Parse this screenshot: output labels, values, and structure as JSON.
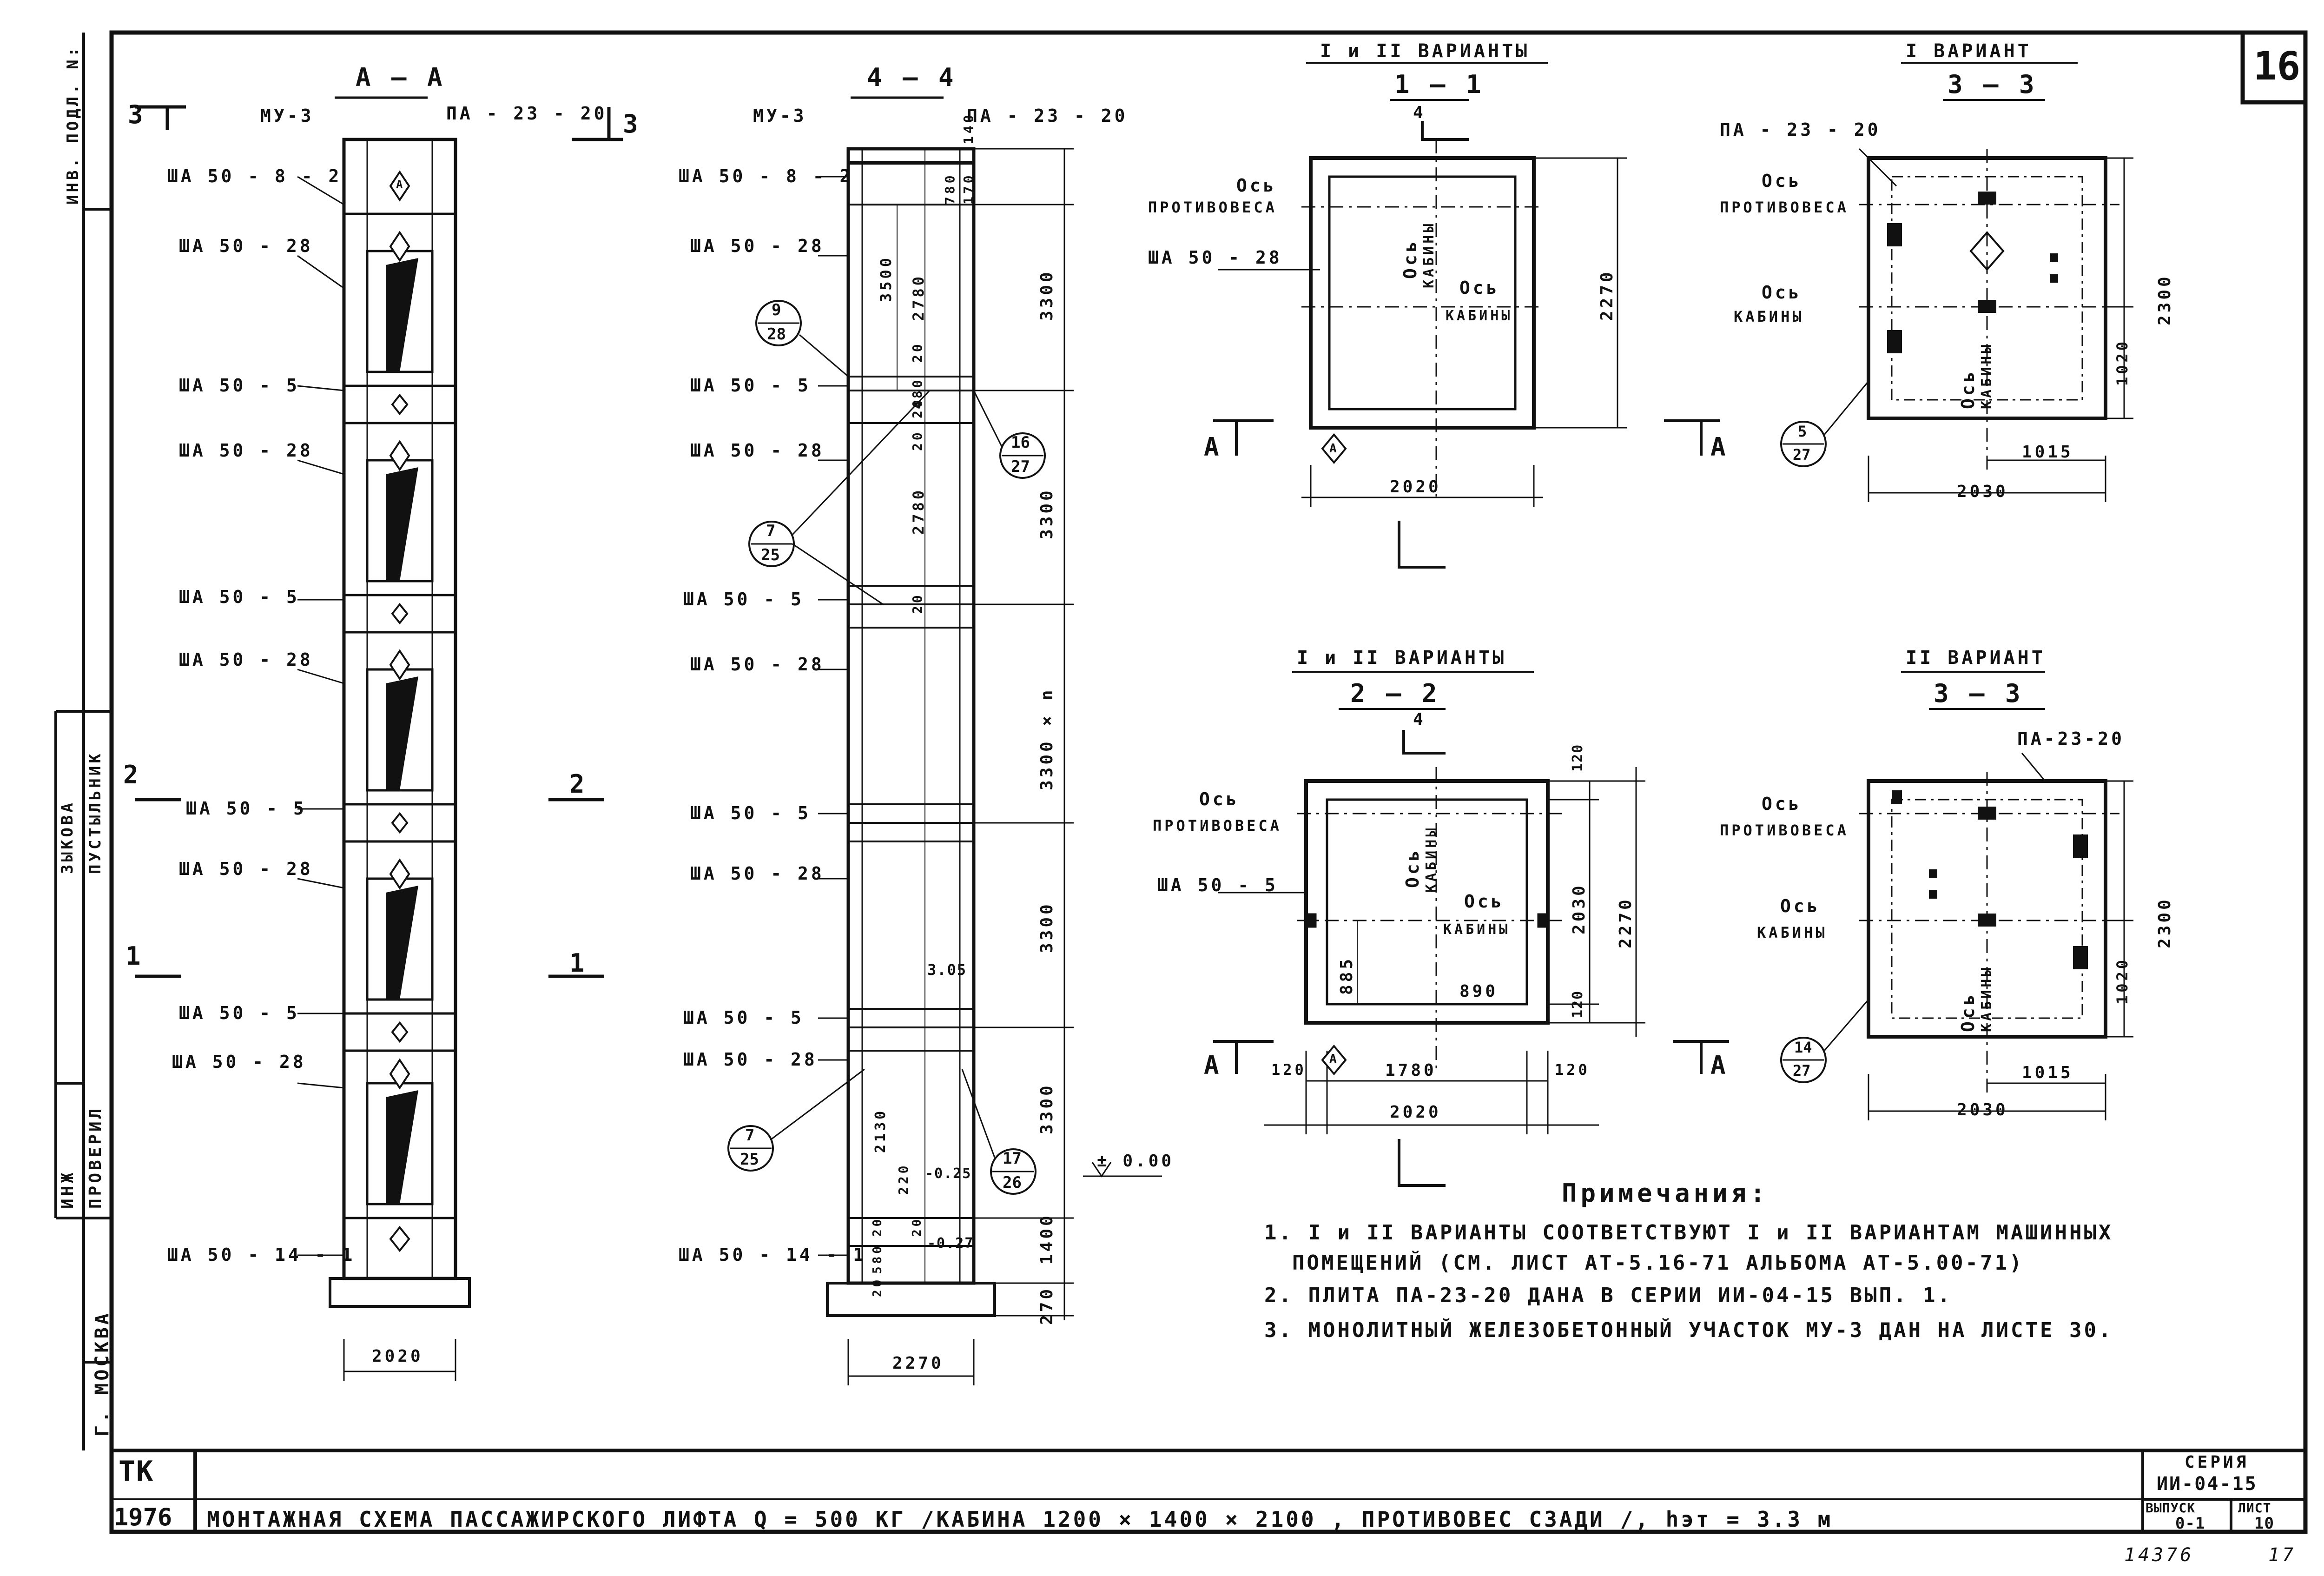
{
  "sheet": {
    "sheet_number_box": "16",
    "side_stamp": {
      "inv": "ИНВ. ПОДЛ. N:",
      "city": "Г. МОСКВА",
      "role_check": "ПРОВЕРИЛ",
      "role_inzh": "ИНЖ",
      "name_1": "ЗЫКОВА",
      "name_2": "ПУСТЫЛЬНИК"
    },
    "title_block": {
      "org": "ТК",
      "year": "1976",
      "title": "МОНТАЖНАЯ СХЕМА ПАССАЖИРСКОГО ЛИФТА Q = 500 КГ /КАБИНА 1200 × 1400 × 2100 , ПРОТИВОВЕС СЗАДИ /, hэт = 3.3 м",
      "series_label": "СЕРИЯ",
      "series_value": "ИИ-04-15",
      "issue_label": "ВЫПУСК",
      "issue_value": "0-1",
      "sheet_label": "ЛИСТ",
      "sheet_value": "10",
      "bottom_number": "14376",
      "bottom_page": "17"
    }
  },
  "section_aa": {
    "title": "А — А",
    "mu": "МУ-3",
    "pa": "ПА - 23 - 20",
    "cut3_left": "3",
    "cut3_right": "3",
    "cut2_left": "2",
    "cut2_right": "2",
    "cut1_left": "1",
    "cut1_right": "1",
    "panel_labels": [
      "ША 50 - 8 - 2",
      "ША 50 - 28",
      "ША 50 - 5",
      "ША 50 - 28",
      "ША 50 - 5",
      "ША 50 - 28",
      "ША 50 - 5",
      "ША 50 - 28",
      "ША 50 - 5",
      "ША 50 - 28",
      "ША 50 - 14 - 1"
    ],
    "marker": "А",
    "width_dim": "2020"
  },
  "section_44": {
    "title": "4 — 4",
    "mu": "МУ-3",
    "pa": "ПА - 23 - 20",
    "panel_labels": [
      "ША 50 - 8 - 2",
      "ША 50 - 28",
      "ША 50 - 5",
      "ША 50 - 28",
      "ША 50 - 5",
      "ША 50 - 28",
      "ША 50 - 5",
      "ША 50 - 28",
      "ША 50 - 5",
      "ША 50 - 28",
      "ША 50 - 14 - 1"
    ],
    "callouts": [
      {
        "top": "9",
        "bottom": "28"
      },
      {
        "top": "16",
        "bottom": "27"
      },
      {
        "top": "7",
        "bottom": "25"
      },
      {
        "top": "7",
        "bottom": "25"
      },
      {
        "top": "17",
        "bottom": "26"
      }
    ],
    "inner_dims": [
      "140",
      "780",
      "170",
      "3500",
      "2780",
      "20",
      "20",
      "480",
      "20",
      "2780",
      "20",
      "2130",
      "220",
      "20",
      "580",
      "20",
      "20"
    ],
    "outer_dims": [
      "3300",
      "3300",
      "3300 × n",
      "3300",
      "3300",
      "1400",
      "270"
    ],
    "level_marks": [
      "± 0.00",
      "-0.25",
      "-0.27",
      "3.05"
    ],
    "width_dim": "2270"
  },
  "plan_11": {
    "variant": "I и II ВАРИАНТЫ",
    "title": "1 — 1",
    "cut_mark": "4",
    "axis_cw": "Ось",
    "axis_cw2": "ПРОТИВОВЕСА",
    "axis_cab": "Ось",
    "axis_cab2": "КАБИНЫ",
    "panel": "ША 50 - 28",
    "dim_w": "2020",
    "dim_h": "2270",
    "marker": "А",
    "a_left": "А",
    "a_right": "А"
  },
  "plan_33_1": {
    "variant": "I ВАРИАНТ",
    "title": "3 — 3",
    "pa": "ПА - 23 - 20",
    "axis_cw": "Ось",
    "axis_cw2": "ПРОТИВОВЕСА",
    "axis_cab": "Ось",
    "axis_cab2": "КАБИНЫ",
    "callout_top": "5",
    "callout_bottom": "27",
    "dim_w": "2030",
    "dim_half": "1015",
    "dim_h": "2300",
    "dim_h2": "1020"
  },
  "plan_22": {
    "variant": "I и II ВАРИАНТЫ",
    "title": "2 — 2",
    "cut_mark": "4",
    "axis_cw": "Ось",
    "axis_cw2": "ПРОТИВОВЕСА",
    "axis_cab": "Ось",
    "axis_cab2": "КАБИНЫ",
    "panel": "ША 50 - 5",
    "dim_w": "2020",
    "dim_inner": "1780",
    "dim_side_l": "120",
    "dim_side_r": "120",
    "dim_h": "2270",
    "dim_h_in": "2030",
    "dim_top": "120",
    "dim_bot": "120",
    "dim_885": "885",
    "dim_890": "890",
    "marker": "А",
    "a_left": "А",
    "a_right": "А"
  },
  "plan_33_2": {
    "variant": "II ВАРИАНТ",
    "title": "3 — 3",
    "pa": "ПА-23-20",
    "axis_cw": "Ось",
    "axis_cw2": "ПРОТИВОВЕСА",
    "axis_cab": "Ось",
    "axis_cab2": "КАБИНЫ",
    "callout_top": "14",
    "callout_bottom": "27",
    "dim_w": "2030",
    "dim_half": "1015",
    "dim_h": "2300",
    "dim_h2": "1020"
  },
  "notes": {
    "heading": "Примечания:",
    "items": [
      "1. I и II ВАРИАНТЫ СООТВЕТСТВУЮТ I и II ВАРИАНТАМ МАШИННЫХ",
      "ПОМЕЩЕНИЙ (СМ. ЛИСТ АТ-5.16-71 АЛЬБОМА АТ-5.00-71)",
      "2. ПЛИТА ПА-23-20 ДАНА В СЕРИИ ИИ-04-15 ВЫП. 1.",
      "3. МОНОЛИТНЫЙ ЖЕЛЕЗОБЕТОННЫЙ УЧАСТОК МУ-3 ДАН НА ЛИСТЕ 30."
    ]
  }
}
